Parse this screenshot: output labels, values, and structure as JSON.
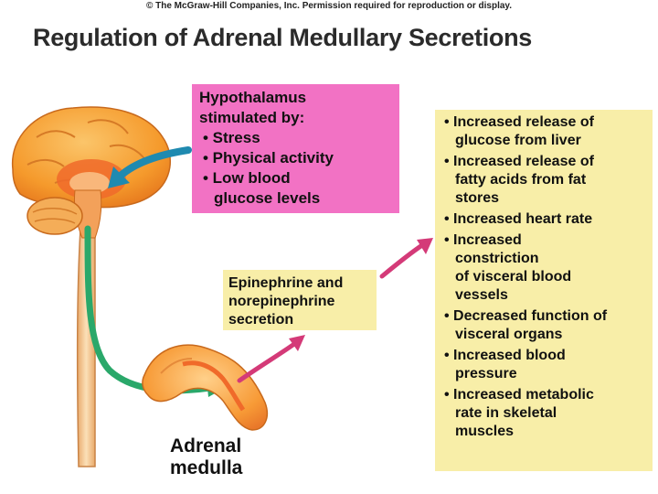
{
  "copyright": "© The McGraw-Hill Companies, Inc. Permission required for reproduction or display.",
  "title": "Regulation of Adrenal Medullary Secretions",
  "hypothalamus_box": {
    "heading_line1": "Hypothalamus",
    "heading_line2": "stimulated by:",
    "items": [
      "• Stress",
      "• Physical activity",
      "• Low blood\n glucose levels"
    ]
  },
  "secretion_box": {
    "lines": [
      "Epinephrine and",
      "norepinephrine",
      "secretion"
    ]
  },
  "effects_box": {
    "items": [
      "• Increased release of\n glucose from liver",
      "• Increased release of\n fatty acids from fat\n stores",
      "• Increased heart rate",
      "• Increased\n constriction\n of visceral blood\n vessels",
      "• Decreased function of\n visceral organs",
      "• Increased blood\n pressure",
      "• Increased metabolic\n rate in skeletal\n muscles"
    ]
  },
  "adrenal_label": {
    "line1": "Adrenal",
    "line2": "medulla"
  },
  "colors": {
    "pink_box": "#f272c4",
    "yellow_box": "#f8eea8",
    "brain": "#f7a233",
    "brain_inner": "#f06a2a",
    "arrow_blue": "#1f8ab0",
    "arrow_green": "#2aa86a",
    "arrow_magenta": "#d43a78"
  }
}
